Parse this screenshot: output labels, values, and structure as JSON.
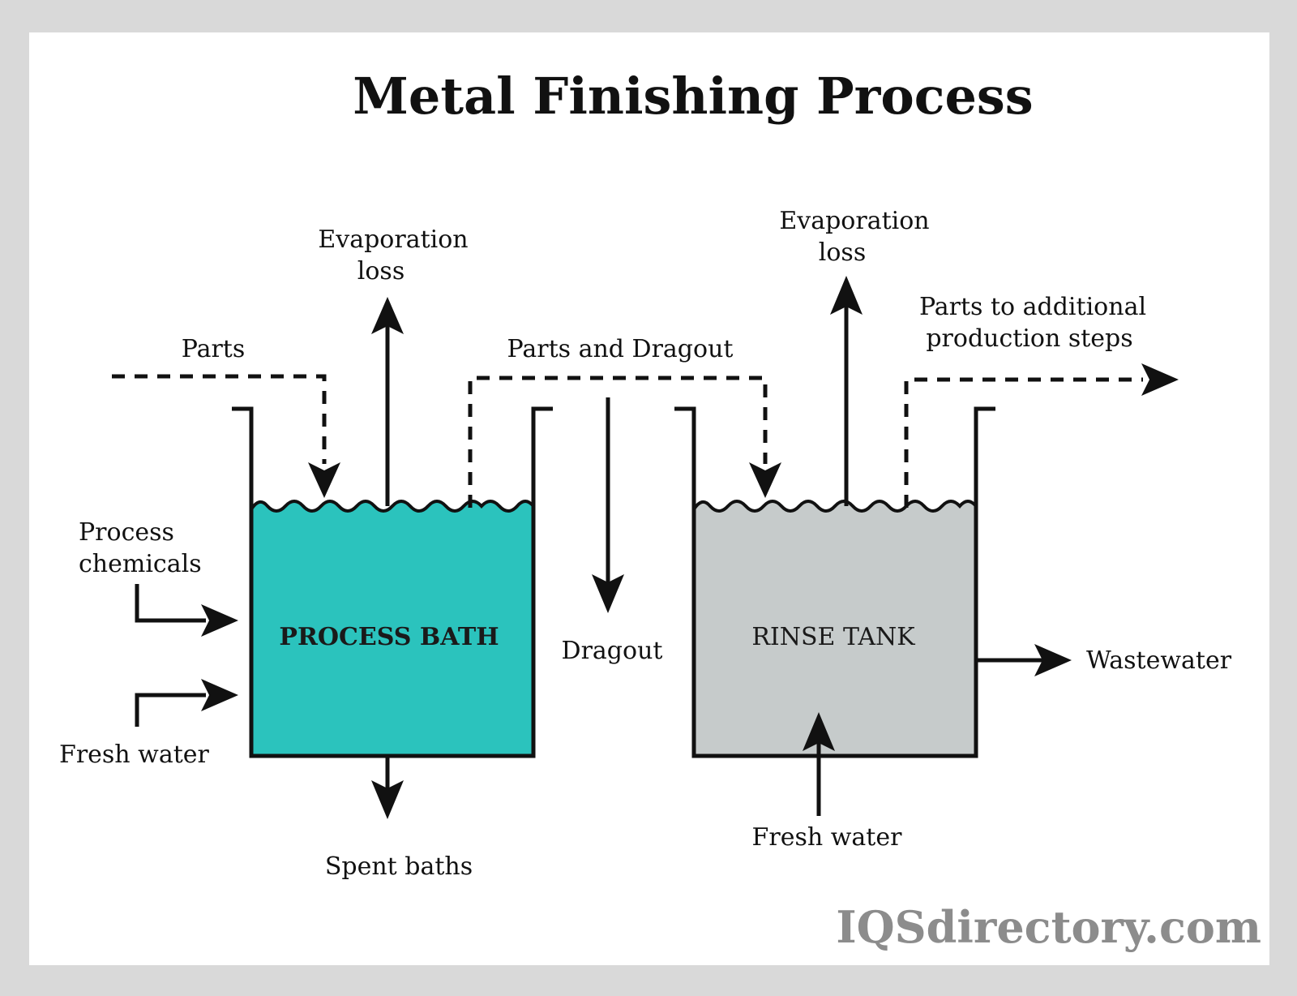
{
  "title": "Metal Finishing Process",
  "colors": {
    "process_bath_fill": "#2bc3bd",
    "rinse_tank_fill": "#c6cbcb",
    "line": "#111111",
    "frame": "#d9d9d9",
    "brand_text": "#8c8c8c"
  },
  "tanks": {
    "process_bath": "PROCESS BATH",
    "rinse_tank": "RINSE TANK"
  },
  "labels": {
    "parts": "Parts",
    "evaporation_loss_1_line1": "Evaporation",
    "evaporation_loss_1_line2": "loss",
    "parts_and_dragout": "Parts and  Dragout",
    "evaporation_loss_2_line1": "Evaporation",
    "evaporation_loss_2_line2": "loss",
    "parts_additional_line1": "Parts to additional",
    "parts_additional_line2": "production steps",
    "process_chemicals_line1": "Process",
    "process_chemicals_line2": "chemicals",
    "fresh_water_left": "Fresh water",
    "spent_baths": "Spent baths",
    "dragout": "Dragout",
    "wastewater": "Wastewater",
    "fresh_water_bottom": "Fresh water"
  },
  "brand": "IQSdirectory.com"
}
